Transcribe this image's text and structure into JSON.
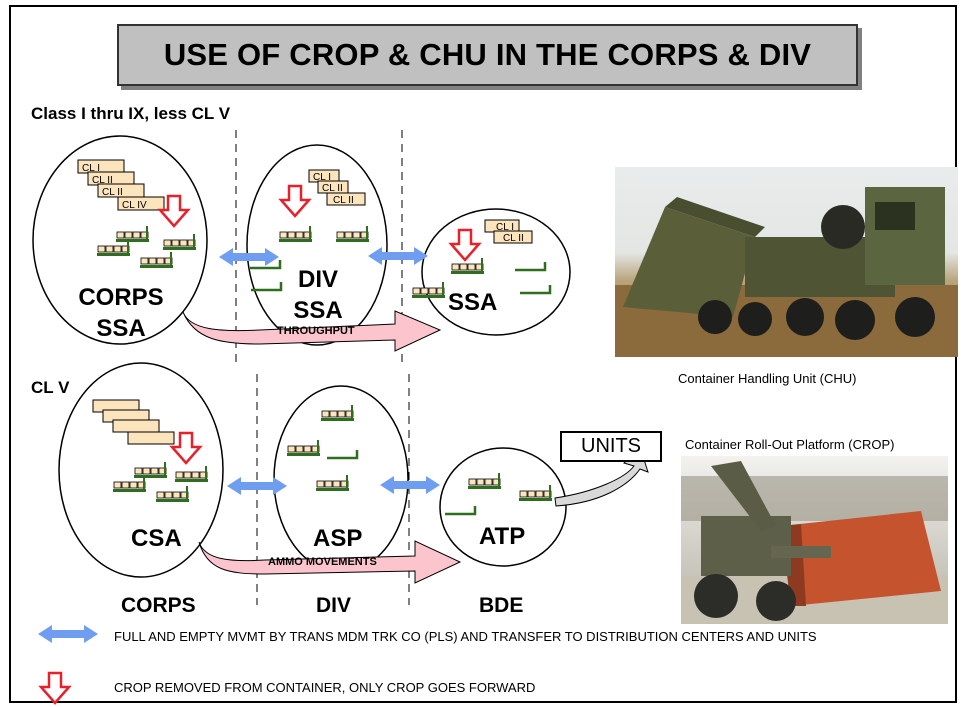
{
  "title": "USE OF CROP & CHU IN THE CORPS & DIV",
  "section_top": {
    "label": "Class I thru IX, less CL V"
  },
  "section_bottom": {
    "label": "CL V"
  },
  "top_nodes": {
    "corps": [
      "CORPS",
      "SSA"
    ],
    "div": [
      "DIV",
      "SSA"
    ],
    "bde": "SSA"
  },
  "bottom_nodes": {
    "corps": "CSA",
    "div": "ASP",
    "bde": "ATP"
  },
  "container_labels": {
    "corps": [
      "CL I",
      "CL II",
      "CL II",
      "CL IV"
    ],
    "div": [
      "CL I",
      "CL II",
      "CL II"
    ],
    "bde": [
      "CL I",
      "CL II"
    ]
  },
  "arrows": {
    "throughput": "THROUGHPUT",
    "ammo": "AMMO MOVEMENTS",
    "units": "UNITS"
  },
  "columns": {
    "corps": "CORPS",
    "div": "DIV",
    "bde": "BDE"
  },
  "photos": {
    "chu_caption": "Container Handling Unit (CHU)",
    "crop_caption": "Container Roll-Out Platform (CROP)"
  },
  "legend": {
    "blue_arrow_text": "FULL AND EMPTY MVMT BY TRANS MDM TRK CO (PLS) AND TRANSFER TO DISTRIBUTION CENTERS AND UNITS",
    "red_arrow_text": "CROP REMOVED FROM CONTAINER, ONLY CROP GOES FORWARD"
  },
  "colors": {
    "title_bg": "#c0c0c0",
    "container_fill": "#fce4bd",
    "red_arrow": "#e8202a",
    "blue_arrow": "#6f9ef0",
    "pink_arrow": "#fcc5cd",
    "pallet_green": "#2f6e1f"
  }
}
